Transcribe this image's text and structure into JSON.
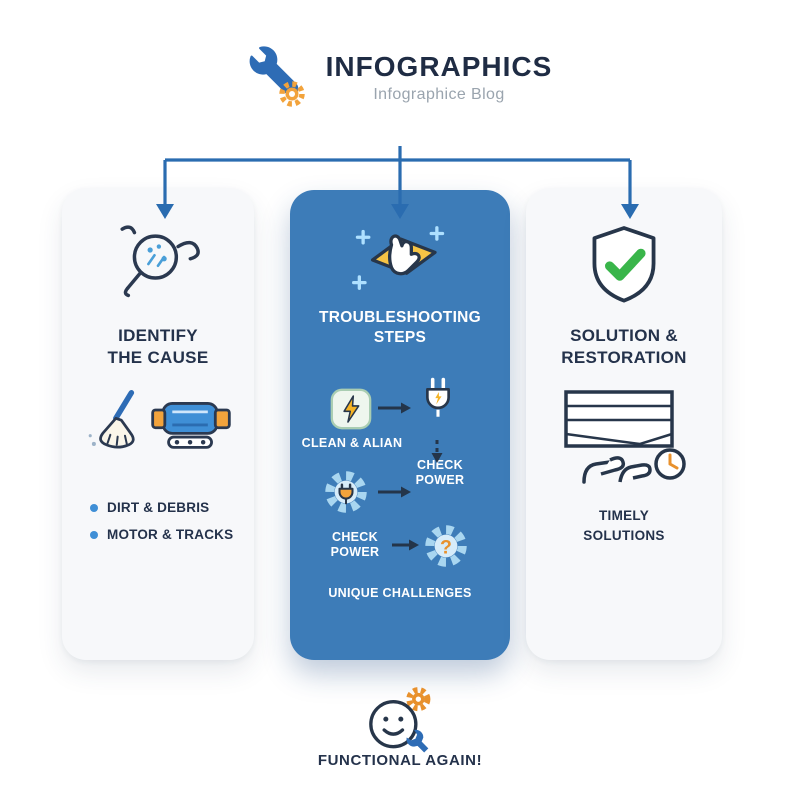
{
  "header": {
    "title": "INFOGRAPHICS",
    "subtitle": "Infographice Blog"
  },
  "cards": {
    "identify": {
      "title_line1": "IDENTIFY",
      "title_line2": "THE CAUSE",
      "bullets": [
        "DIRT & DEBRIS",
        "MOTOR & TRACKS"
      ]
    },
    "troubleshooting": {
      "title_line1": "TROUBLESHOOTING",
      "title_line2": "STEPS",
      "step1_label": "CLEAN & ALIAN",
      "step2_label_line1": "CHECK",
      "step2_label_line2": "POWER",
      "step3_label_line1": "CHECK",
      "step3_label_line2": "POWER",
      "step4_label": "UNIQUE CHALLENGES"
    },
    "solution": {
      "title_line1": "SOLUTION &",
      "title_line2": "RESTORATION",
      "label_line1": "TIMELY",
      "label_line2": "SOLUTIONS"
    }
  },
  "footer": {
    "caption": "FUNCTIONAL AGAIN!"
  },
  "colors": {
    "arrow_blue": "#2a6cb0",
    "card_blue": "#3d7cb8",
    "dark_navy": "#24324b",
    "accent_orange": "#f2a33c",
    "accent_yellow": "#f5c03a",
    "accent_green": "#39b54a",
    "light_blue": "#4a9fd8",
    "subtitle_gray": "#9aa4ae",
    "card_bg": "#f7f8fa"
  },
  "icons": {
    "wrench-icon": "blue repair wrench",
    "gear-icon": "orange cog gear",
    "magnifier-icon": "magnifying glass doodle",
    "broom-icon": "broom sweeping dust",
    "motor-icon": "blue motor with tracks",
    "wipe-hand-icon": "hand wiping with yellow cloth and sparkles",
    "power-box-icon": "rounded square with lightning bolt",
    "plug-icon": "electric plug",
    "gear-plug-icon": "gear with plug inside",
    "gear-question-icon": "gear with question mark",
    "shield-check-icon": "shield with green checkmark",
    "garage-door-icon": "garage door with hands and clock",
    "smiley-repair-icon": "smiley face with gear and wrench"
  }
}
